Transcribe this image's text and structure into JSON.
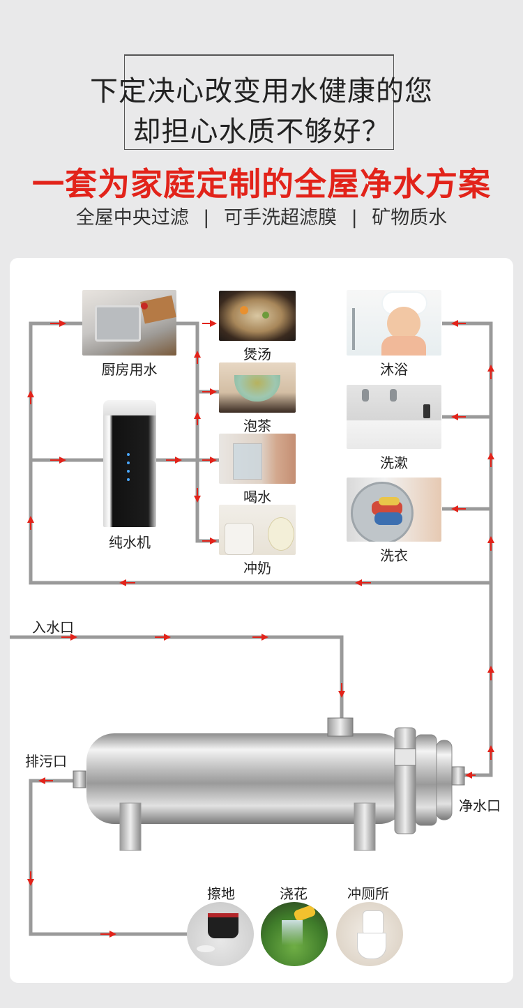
{
  "header": {
    "line1": "下定决心改变用水健康的您",
    "line2": "却担心水质不够好？",
    "title": "一套为家庭定制的全屋净水方案",
    "features": [
      "全屋中央过滤",
      "|",
      "可手洗超滤膜",
      "|",
      "矿物质水"
    ]
  },
  "uses": {
    "kitchen": "厨房用水",
    "soup": "煲汤",
    "tea": "泡茶",
    "drink": "喝水",
    "milk": "冲奶",
    "purifier": "纯水机",
    "bath": "沐浴",
    "wash": "洗漱",
    "laundry": "洗衣"
  },
  "pipes": {
    "inlet": "入水口",
    "drain": "排污口",
    "outlet": "净水口"
  },
  "drain_uses": {
    "mop": "擦地",
    "water_plants": "浇花",
    "toilet": "冲厕所"
  },
  "colors": {
    "accent_red": "#e2231a",
    "pipe_gray": "#9a9a9a",
    "background": "#e9e9ea"
  }
}
